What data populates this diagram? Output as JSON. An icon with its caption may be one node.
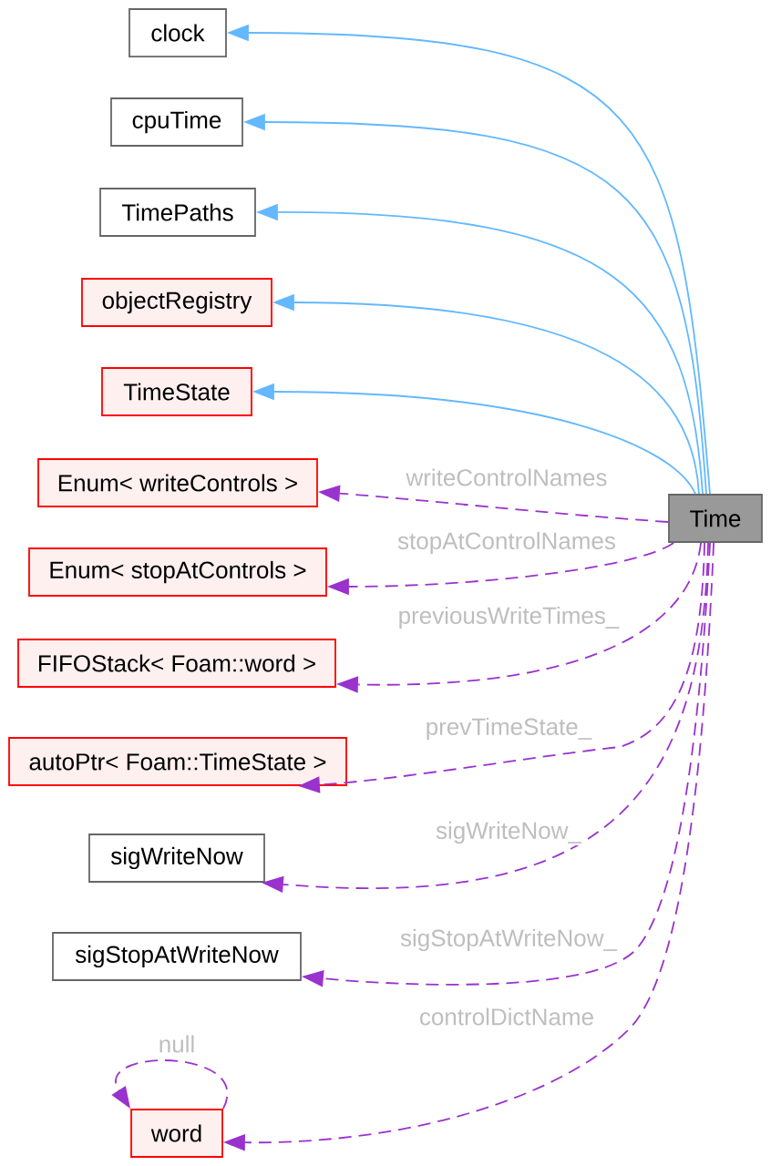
{
  "diagram": {
    "nodes": [
      {
        "text": [
          "clock"
        ]
      },
      {
        "text": [
          "cpuTime"
        ]
      },
      {
        "text": [
          "TimePaths"
        ]
      },
      {
        "text": [
          "objectRegistry"
        ]
      },
      {
        "text": [
          "TimeState"
        ]
      },
      {
        "text": [
          "Enum< writeControls >"
        ]
      },
      {
        "text": [
          "Enum< stopAtControls >"
        ]
      },
      {
        "text": [
          "FIFOStack< Foam::word >"
        ]
      },
      {
        "text": [
          "autoPtr< Foam::TimeState >"
        ]
      },
      {
        "text": [
          "sigWriteNow"
        ]
      },
      {
        "text": [
          "sigStopAtWriteNow"
        ]
      },
      {
        "text": [
          "word"
        ]
      },
      {
        "text": [
          "Time"
        ]
      }
    ],
    "edges": [
      {
        "from": 12,
        "to": 0,
        "arrow": "to",
        "color": "#63b8ff"
      },
      {
        "from": 12,
        "to": 1,
        "arrow": "to",
        "color": "#63b8ff"
      },
      {
        "from": 12,
        "to": 2,
        "arrow": "to",
        "color": "#63b8ff"
      },
      {
        "from": 12,
        "to": 3,
        "arrow": "to",
        "color": "#63b8ff"
      },
      {
        "from": 12,
        "to": 4,
        "arrow": "to",
        "color": "#63b8ff"
      },
      {
        "from": 12,
        "to": 5,
        "arrow": "to",
        "label": "writeControlNames",
        "style": "dashed"
      },
      {
        "from": 12,
        "to": 6,
        "arrow": "to",
        "label": "stopAtControlNames",
        "style": "dashed"
      },
      {
        "from": 12,
        "to": 7,
        "arrow": "to",
        "label": "previousWriteTimes_",
        "style": "dashed"
      },
      {
        "from": 12,
        "to": 8,
        "arrow": "to",
        "label": "prevTimeState_",
        "style": "dashed"
      },
      {
        "from": 12,
        "to": 9,
        "arrow": "to",
        "label": "sigWriteNow_",
        "style": "dashed"
      },
      {
        "from": 12,
        "to": 10,
        "arrow": "to",
        "label": "sigStopAtWriteNow_",
        "style": "dashed"
      },
      {
        "from": 12,
        "to": 11,
        "arrow": "to",
        "label": "controlDictName",
        "style": "dashed"
      },
      {
        "from": 11,
        "to": 11,
        "arrow": "to",
        "label": "null",
        "style": "dashed"
      }
    ]
  }
}
